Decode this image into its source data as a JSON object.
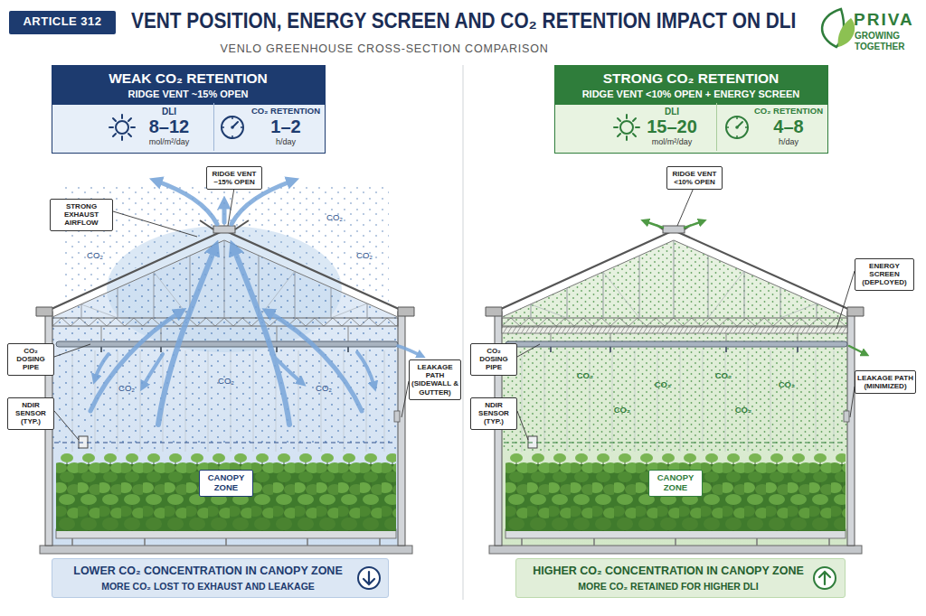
{
  "diagram": {
    "title": "VENT POSITION, ENERGY SCREEN AND CO₂ RETENTION IMPACT ON DLI",
    "nodes": [
      {
        "text": [
          "ARTICLE 312"
        ]
      },
      {
        "text": [
          "WEAK CO₂ RETENTION",
          "RIDGE VENT ~15% OPEN"
        ]
      },
      {
        "text": [
          "DLI",
          "8–12",
          "mol/m²/day"
        ],
        "in": 1
      },
      {
        "text": [
          "CO₂ RETENTION",
          "1–2",
          "h/day"
        ],
        "in": 1
      },
      {
        "text": [
          "STRONG CO₂ RETENTION",
          "RIDGE VENT <10% OPEN + ENERGY SCREEN"
        ]
      },
      {
        "text": [
          "DLI",
          "15–20",
          "mol/m²/day"
        ],
        "in": 4
      },
      {
        "text": [
          "CO₂ RETENTION",
          "4–8",
          "h/day"
        ],
        "in": 4
      },
      {
        "text": [
          "RIDGE VENT ~15% OPEN"
        ]
      },
      {
        "text": [
          "STRONG EXHAUST AIRFLOW"
        ]
      },
      {
        "text": [
          "CO₂ DOSING PIPE"
        ]
      },
      {
        "text": [
          "LEAKAGE PATH (SIDEWALL & GUTTER)"
        ]
      },
      {
        "text": [
          "NDIR SENSOR (TYP.)"
        ]
      },
      {
        "text": [
          "CANOPY ZONE"
        ]
      },
      {
        "text": [
          "RIDGE VENT <10% OPEN"
        ]
      },
      {
        "text": [
          "ENERGY SCREEN (DEPLOYED)"
        ]
      },
      {
        "text": [
          "CO₂ DOSING PIPE"
        ]
      },
      {
        "text": [
          "LEAKAGE PATH (MINIMIZED)"
        ]
      },
      {
        "text": [
          "NDIR SENSOR (TYP.)"
        ]
      },
      {
        "text": [
          "CANOPY ZONE"
        ]
      },
      {
        "text": [
          "LOWER CO₂ CONCENTRATION IN CANOPY ZONE",
          "MORE CO₂ LOST TO EXHAUST AND LEAKAGE"
        ]
      },
      {
        "text": [
          "HIGHER CO₂ CONCENTRATION IN CANOPY ZONE",
          "MORE CO₂ RETAINED FOR HIGHER DLI"
        ]
      }
    ],
    "labels": [
      "VENLO GREENHOUSE CROSS-SECTION COMPARISON",
      "PRIVA",
      "GROWING TOGETHER",
      "CO₂",
      "CO₂",
      "CO₂",
      "CO₂",
      "CO₂",
      "CO₂",
      "CO₂",
      "CO₂",
      "CO₂",
      "CO₂",
      "CO₂",
      "CO₂"
    ]
  }
}
